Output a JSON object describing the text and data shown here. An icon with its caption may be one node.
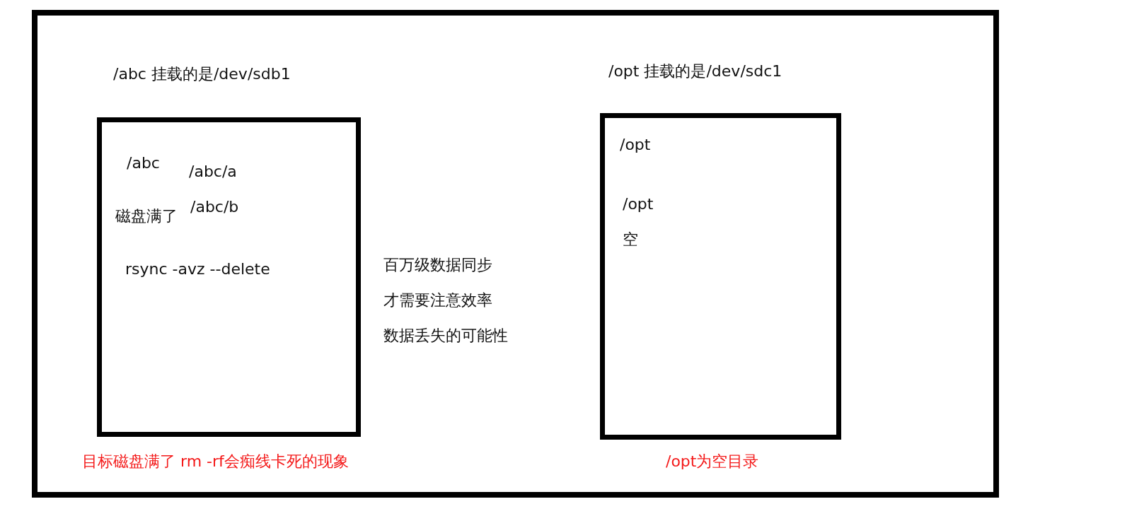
{
  "diagram": {
    "nodes": [
      {
        "text": [],
        "shape": "box"
      },
      {
        "text": [
          "/abc",
          "/abc/a",
          "磁盘满了",
          "/abc/b",
          "rsync -avz --delete"
        ],
        "in": 0,
        "beside": [
          "/abc 挂载的是/dev/sdb1",
          "目标磁盘满了 rm -rf会痴线卡死的现象"
        ]
      },
      {
        "text": [
          "/opt",
          "/opt",
          "空"
        ],
        "in": 0,
        "beside": [
          "/opt 挂载的是/dev/sdc1",
          "/opt为空目录"
        ]
      }
    ],
    "edges": [],
    "labels": [
      "百万级数据同步",
      "才需要注意效率",
      "数据丢失的可能性"
    ]
  }
}
